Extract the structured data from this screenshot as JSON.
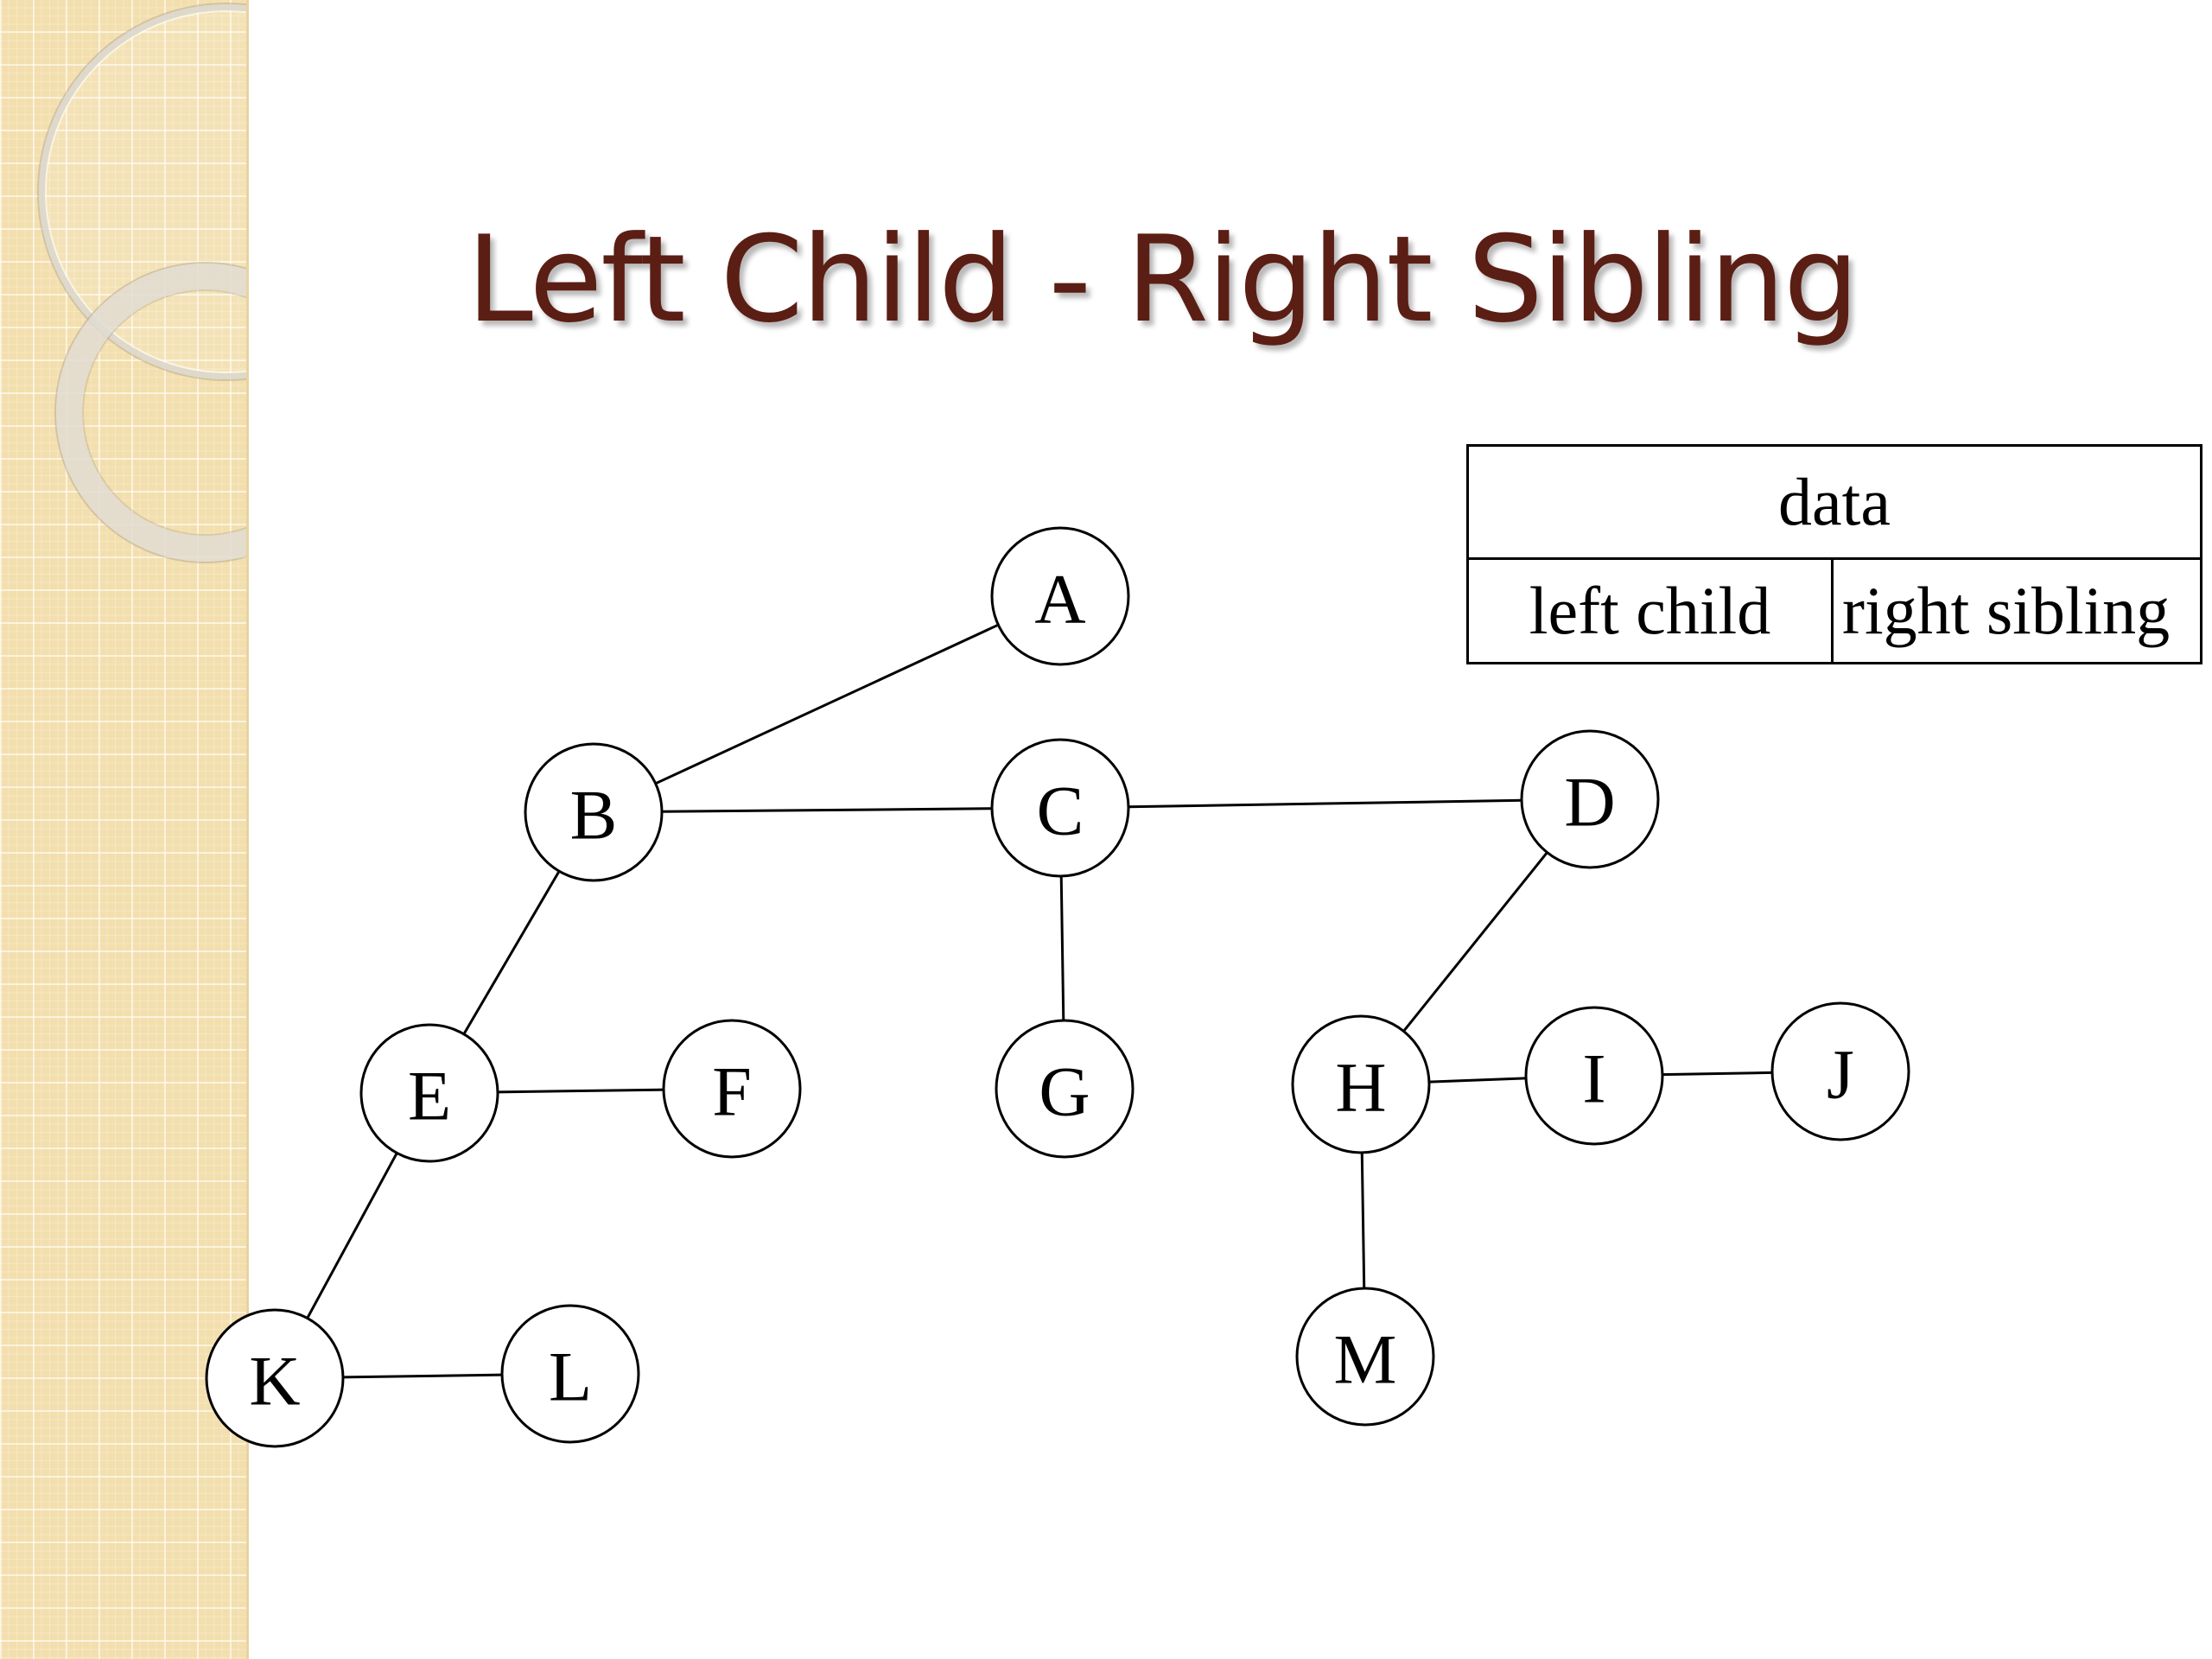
{
  "slide": {
    "title": "Left Child - Right Sibling"
  },
  "node_layout": {
    "data_label": "data",
    "left_child_label": "left child",
    "right_sibling_label": "right sibling"
  },
  "tree": {
    "nodes": [
      {
        "id": "A",
        "label": "A"
      },
      {
        "id": "B",
        "label": "B"
      },
      {
        "id": "C",
        "label": "C"
      },
      {
        "id": "D",
        "label": "D"
      },
      {
        "id": "E",
        "label": "E"
      },
      {
        "id": "F",
        "label": "F"
      },
      {
        "id": "G",
        "label": "G"
      },
      {
        "id": "H",
        "label": "H"
      },
      {
        "id": "I",
        "label": "I"
      },
      {
        "id": "J",
        "label": "J"
      },
      {
        "id": "K",
        "label": "K"
      },
      {
        "id": "L",
        "label": "L"
      },
      {
        "id": "M",
        "label": "M"
      }
    ],
    "edges": [
      {
        "from": "A",
        "to": "B",
        "kind": "left-child"
      },
      {
        "from": "B",
        "to": "C",
        "kind": "right-sibling"
      },
      {
        "from": "C",
        "to": "D",
        "kind": "right-sibling"
      },
      {
        "from": "B",
        "to": "E",
        "kind": "left-child"
      },
      {
        "from": "E",
        "to": "F",
        "kind": "right-sibling"
      },
      {
        "from": "C",
        "to": "G",
        "kind": "left-child"
      },
      {
        "from": "D",
        "to": "H",
        "kind": "left-child"
      },
      {
        "from": "H",
        "to": "I",
        "kind": "right-sibling"
      },
      {
        "from": "I",
        "to": "J",
        "kind": "right-sibling"
      },
      {
        "from": "H",
        "to": "M",
        "kind": "left-child"
      },
      {
        "from": "E",
        "to": "K",
        "kind": "left-child"
      },
      {
        "from": "K",
        "to": "L",
        "kind": "right-sibling"
      }
    ]
  },
  "colors": {
    "title": "#5b1e14",
    "sidebar": "#f3dfae"
  }
}
